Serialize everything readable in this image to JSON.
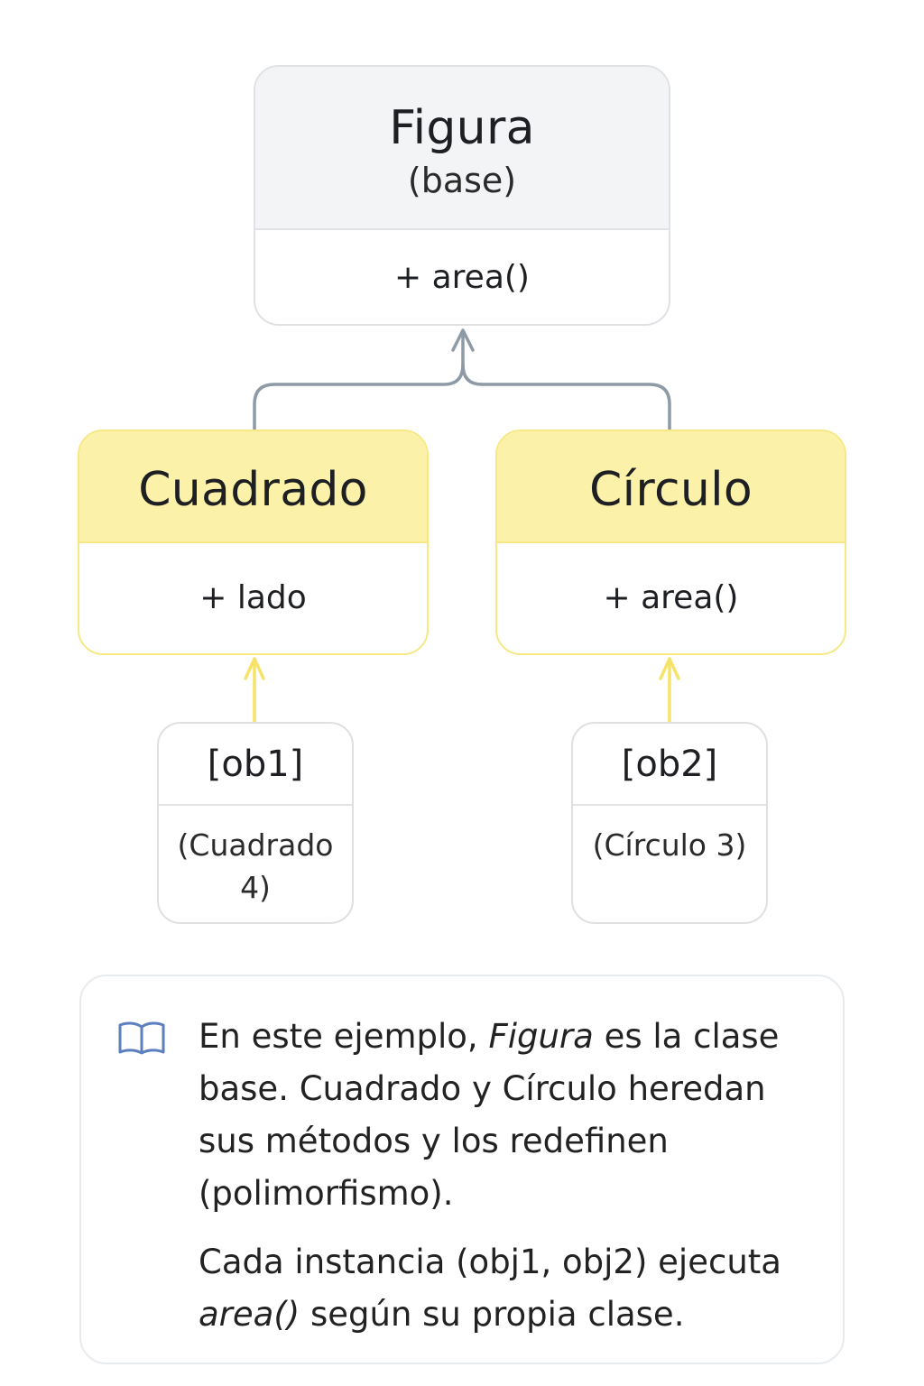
{
  "classes": {
    "figura": {
      "name": "Figura",
      "stereotype": "(base)",
      "member": "+ area()"
    },
    "cuadrado": {
      "name": "Cuadrado",
      "member": "+ lado"
    },
    "circulo": {
      "name": "Círculo",
      "member": "+ area()"
    }
  },
  "instances": {
    "obj1": {
      "name": "[ob1]",
      "desc": "(Cuadrado 4)"
    },
    "obj2": {
      "name": "[ob2]",
      "desc": "(Círculo 3)"
    }
  },
  "note": {
    "icon": "book-icon",
    "p1_before": "En este ejemplo, ",
    "p1_em": "Figura",
    "p1_after": " es la clase base. Cuadrado y Círculo heredan sus métodos y los redefinen (polimorfismo).",
    "p2_before": "Cada instancia (obj1, obj2) ejecuta ",
    "p2_em": "area()",
    "p2_after": " según su propia clase."
  },
  "colors": {
    "base_header": "#f3f4f6",
    "subclass_header": "#fcf1a9",
    "subclass_border": "#f7e883",
    "inheritance_arrow": "#8e9aa6",
    "instance_arrow": "#f6e46a",
    "note_icon": "#5b7fbf"
  }
}
